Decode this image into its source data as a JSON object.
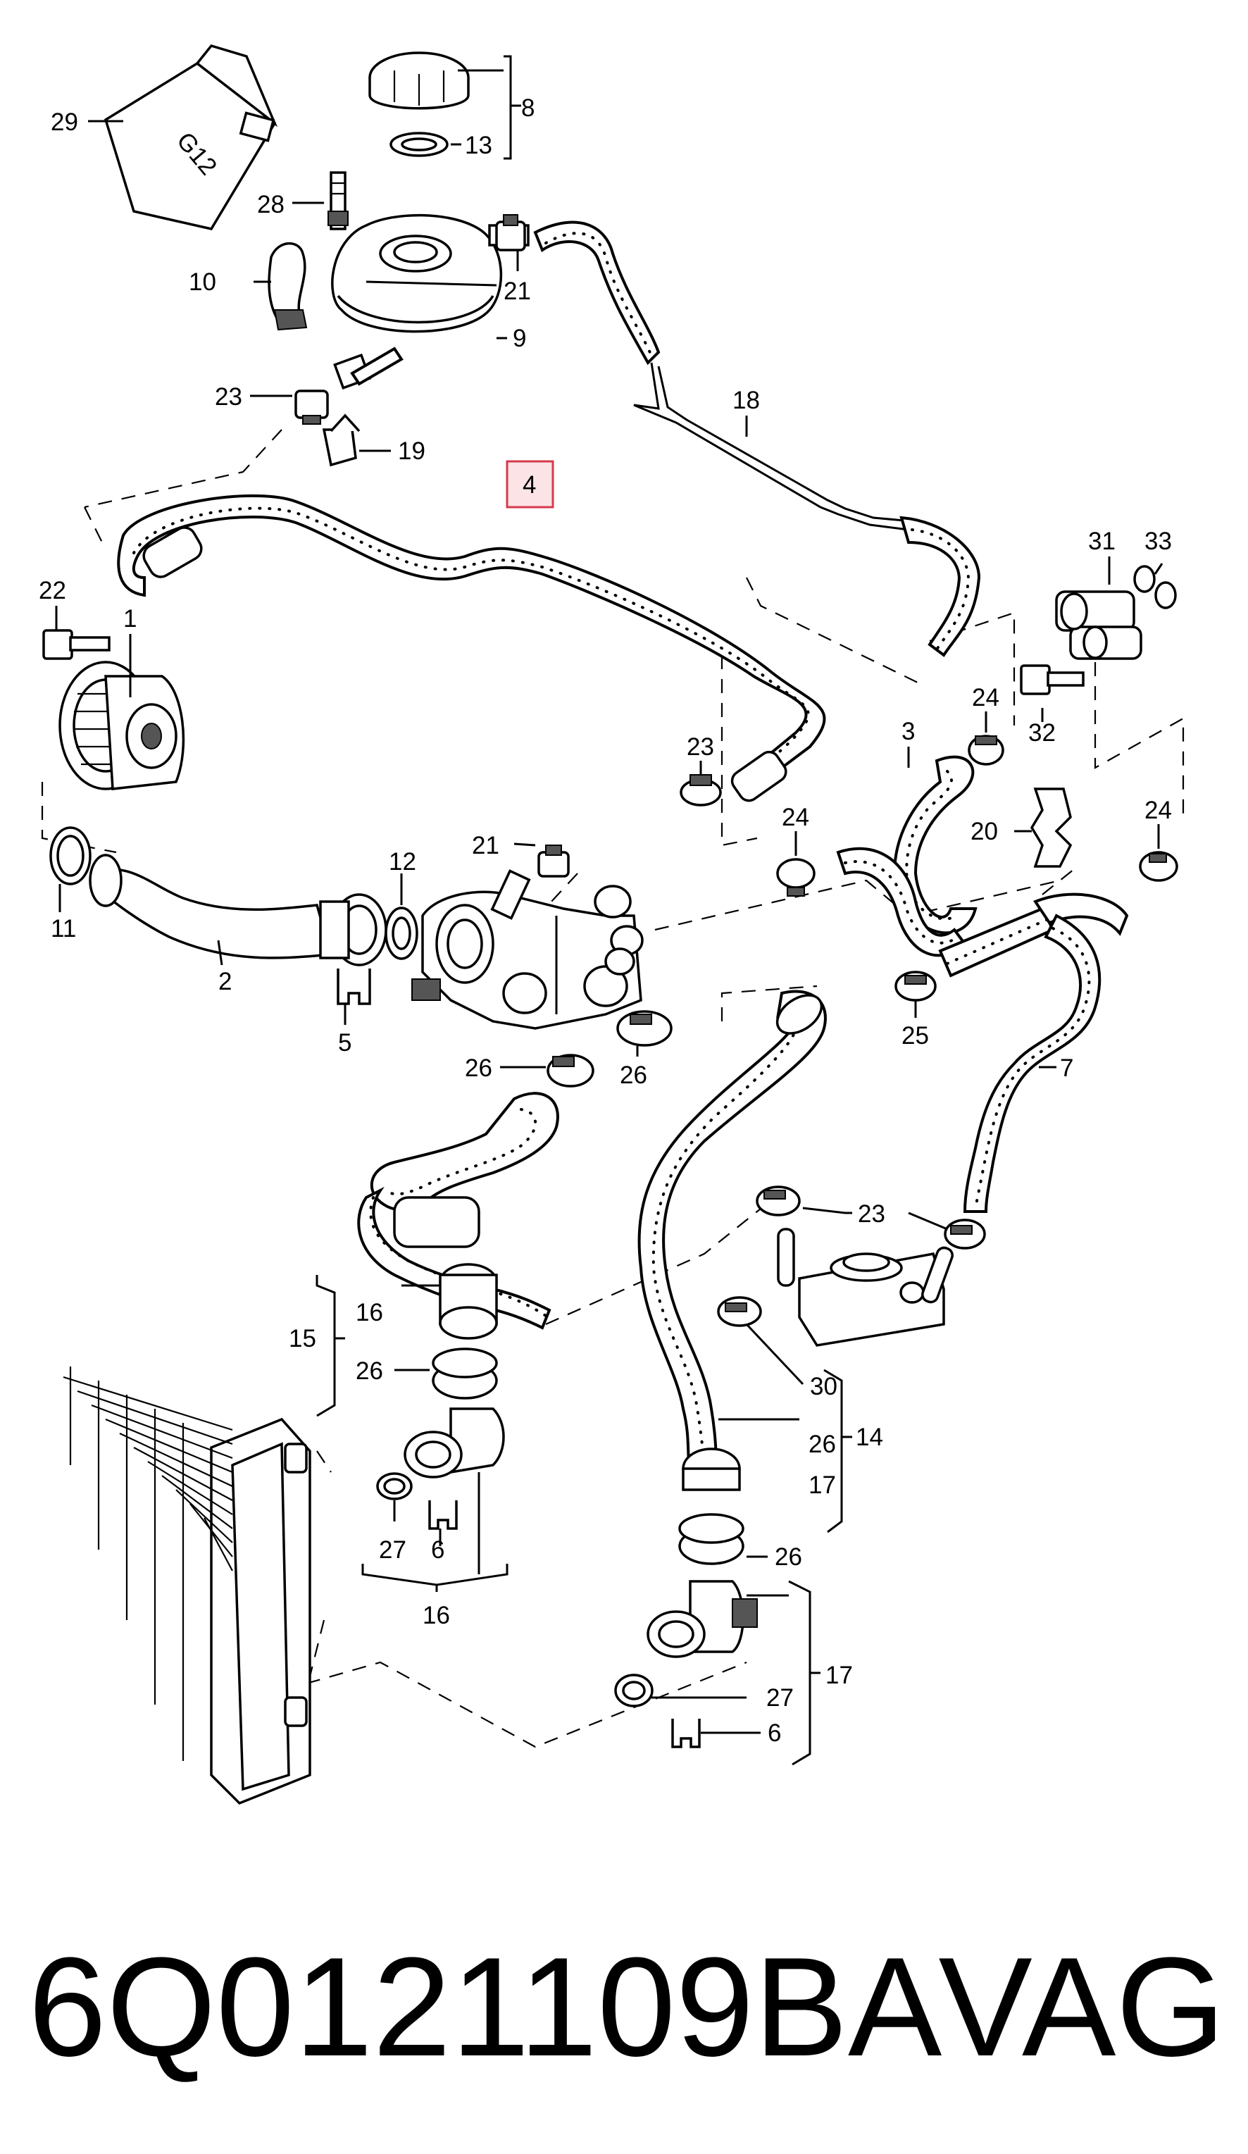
{
  "footer": {
    "part_number": "6Q0121109BA",
    "brand": "VAG"
  },
  "diagram": {
    "highlighted_part": "4",
    "jug_label": "G12",
    "callouts": {
      "c29": "29",
      "c8": "8",
      "c13": "13",
      "c28": "28",
      "c10": "10",
      "c21a": "21",
      "c9": "9",
      "c23a": "23",
      "c19": "19",
      "c18": "18",
      "c4": "4",
      "c22": "22",
      "c1": "1",
      "c31": "31",
      "c33": "33",
      "c24a": "24",
      "c32": "32",
      "c3": "3",
      "c23b": "23",
      "c21b": "21",
      "c24b": "24",
      "c20": "20",
      "c24c": "24",
      "c11": "11",
      "c12": "12",
      "c2": "2",
      "c25": "25",
      "c5": "5",
      "c7": "7",
      "c26a": "26",
      "c26b": "26",
      "c23c": "23",
      "c15": "15",
      "c16a": "16",
      "c26c": "26",
      "c30": "30",
      "c14": "14",
      "c26d": "26",
      "c17a": "17",
      "c27a": "27",
      "c6a": "6",
      "c16b": "16",
      "c26e": "26",
      "c17b": "17",
      "c27b": "27",
      "c6b": "6"
    }
  }
}
